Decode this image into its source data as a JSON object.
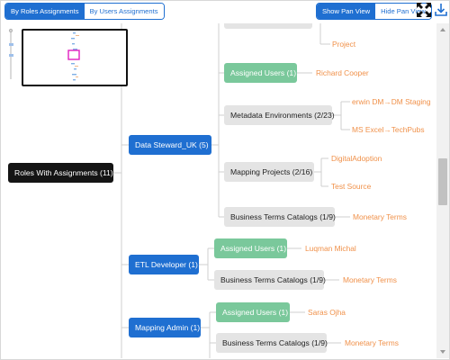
{
  "toolbar": {
    "tabs": [
      {
        "label": "By Roles Assignments",
        "active": true
      },
      {
        "label": "By Users Assignments",
        "active": false
      }
    ],
    "views": [
      {
        "label": "Show Pan View",
        "active": true
      },
      {
        "label": "Hide Pan View",
        "active": false
      }
    ],
    "icons": [
      "fit-screen-icon",
      "download-icon"
    ]
  },
  "tree": {
    "root": "Roles With Assignments (11)",
    "roles": [
      {
        "label": "Data Steward_UK (5)",
        "groups": [
          {
            "label": "Assigned Users (1)",
            "kind": "users",
            "items": [
              "Richard Cooper"
            ]
          },
          {
            "label": "Metadata Environments (2/23)",
            "kind": "catalog",
            "items": [
              "erwin DM→DM Staging",
              "MS Excel→TechPubs"
            ]
          },
          {
            "label": "Mapping Projects (2/16)",
            "kind": "catalog",
            "items": [
              "DigitalAdoption",
              "Test Source"
            ]
          },
          {
            "label": "Business Terms Catalogs (1/9)",
            "kind": "catalog",
            "items": [
              "Monetary Terms"
            ]
          }
        ]
      },
      {
        "label": "ETL Developer (1)",
        "groups": [
          {
            "label": "Assigned Users (1)",
            "kind": "users",
            "items": [
              "Luqman Michal"
            ]
          },
          {
            "label": "Business Terms Catalogs (1/9)",
            "kind": "catalog",
            "items": [
              "Monetary Terms"
            ]
          }
        ]
      },
      {
        "label": "Mapping Admin (1)",
        "groups": [
          {
            "label": "Assigned Users (1)",
            "kind": "users",
            "items": [
              "Saras Ojha"
            ]
          },
          {
            "label": "Business Terms Catalogs (1/9)",
            "kind": "catalog",
            "items": [
              "Monetary Terms"
            ]
          }
        ]
      }
    ],
    "partial_top_leaf": "Project"
  },
  "colors": {
    "accent": "#1f6fd1",
    "root": "#141414",
    "users": "#7ac89b",
    "catalog": "#e4e4e4",
    "leaf": "#f0914a",
    "minimap_highlight": "#e020c0"
  }
}
